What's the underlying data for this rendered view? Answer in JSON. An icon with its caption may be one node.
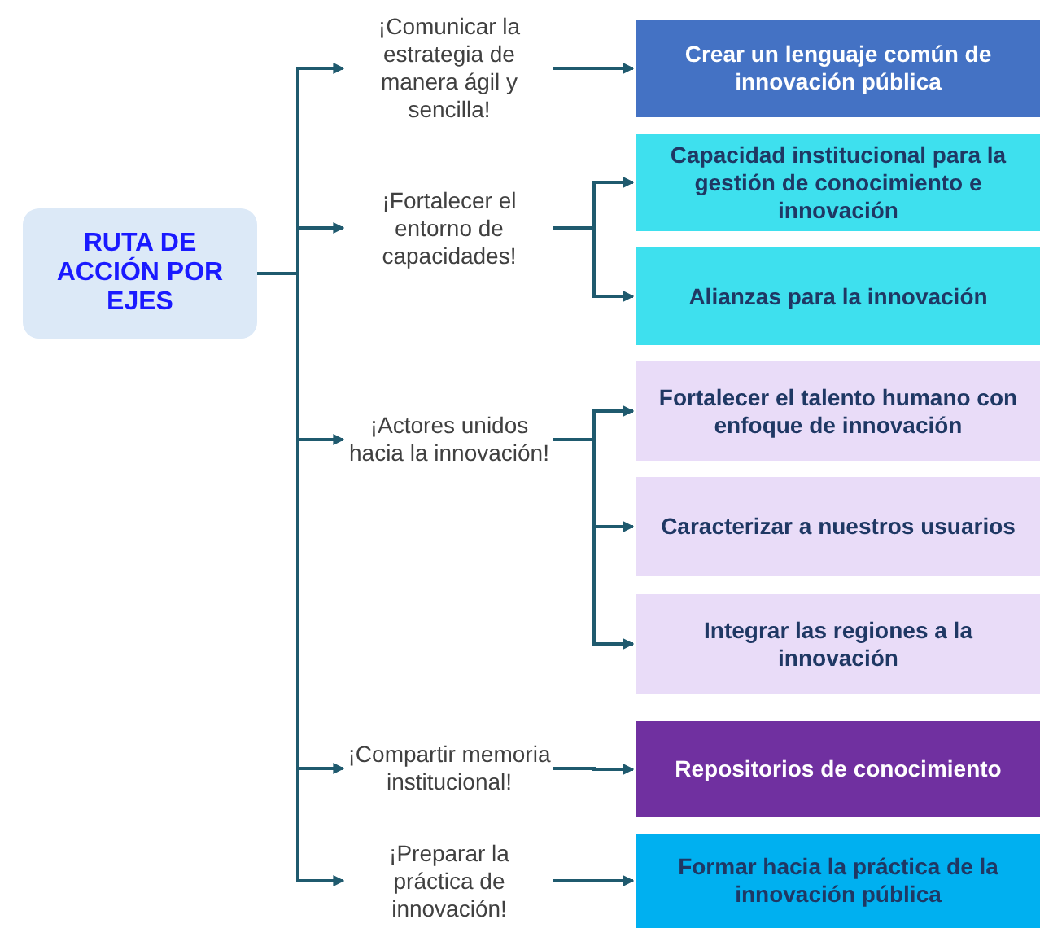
{
  "diagram": {
    "nodes": [
      {
        "text": [
          "RUTA DE ACCIÓN POR EJES"
        ]
      },
      {
        "text": [
          "¡Comunicar la estrategia de manera ágil y sencilla!"
        ]
      },
      {
        "text": [
          "Crear un lenguaje común de innovación pública"
        ]
      },
      {
        "text": [
          "¡Fortalecer el entorno de capacidades!"
        ]
      },
      {
        "text": [
          "Capacidad institucional para la gestión de conocimiento e innovación"
        ]
      },
      {
        "text": [
          "Alianzas para la innovación"
        ]
      },
      {
        "text": [
          "¡Actores unidos hacia la innovación!"
        ]
      },
      {
        "text": [
          "Fortalecer el talento humano con enfoque de innovación"
        ]
      },
      {
        "text": [
          "Caracterizar a nuestros usuarios"
        ]
      },
      {
        "text": [
          "Integrar las regiones a la innovación"
        ]
      },
      {
        "text": [
          "¡Compartir memoria institucional!"
        ]
      },
      {
        "text": [
          "Repositorios de conocimiento"
        ]
      },
      {
        "text": [
          "¡Preparar la práctica de innovación!"
        ]
      },
      {
        "text": [
          "Formar hacia la práctica de la innovación pública"
        ]
      }
    ],
    "edges": [
      {
        "from": 0,
        "to": 1,
        "arrow": "to"
      },
      {
        "from": 0,
        "to": 3,
        "arrow": "to"
      },
      {
        "from": 0,
        "to": 6,
        "arrow": "to"
      },
      {
        "from": 0,
        "to": 10,
        "arrow": "to"
      },
      {
        "from": 0,
        "to": 12,
        "arrow": "to"
      },
      {
        "from": 1,
        "to": 2,
        "arrow": "to"
      },
      {
        "from": 3,
        "to": 4,
        "arrow": "to"
      },
      {
        "from": 3,
        "to": 5,
        "arrow": "to"
      },
      {
        "from": 6,
        "to": 7,
        "arrow": "to"
      },
      {
        "from": 6,
        "to": 8,
        "arrow": "to"
      },
      {
        "from": 6,
        "to": 9,
        "arrow": "to"
      },
      {
        "from": 10,
        "to": 11,
        "arrow": "to"
      },
      {
        "from": 12,
        "to": 13,
        "arrow": "to"
      }
    ]
  }
}
